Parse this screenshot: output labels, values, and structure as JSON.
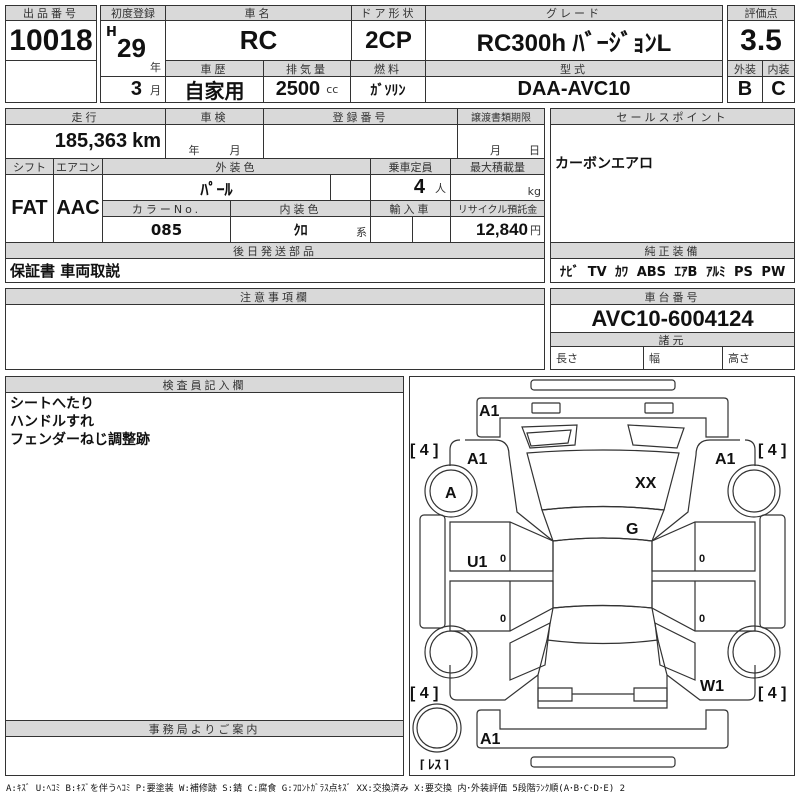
{
  "lot": {
    "label": "出品番号",
    "value": "10018"
  },
  "first_reg": {
    "label": "初度登録",
    "era": "H",
    "year": "29",
    "year_unit": "年",
    "month": "3",
    "month_unit": "月"
  },
  "car_name": {
    "label": "車名",
    "value": "RC"
  },
  "door": {
    "label": "ドア形状",
    "value": "2CP"
  },
  "grade": {
    "label": "グレード",
    "value": "RC300h ﾊﾞｰｼﾞｮﾝL"
  },
  "history": {
    "label": "車歴",
    "value": "自家用"
  },
  "displacement": {
    "label": "排気量",
    "value": "2500",
    "unit": "cc"
  },
  "fuel": {
    "label": "燃料",
    "value": "ｶﾞｿﾘﾝ"
  },
  "model": {
    "label": "型式",
    "value": "DAA-AVC10"
  },
  "score": {
    "label": "評価点",
    "value": "3.5",
    "ext_label": "外装",
    "int_label": "内装",
    "ext": "B",
    "int": "C"
  },
  "mileage": {
    "label": "走行",
    "value": "185,363",
    "unit": "km"
  },
  "inspection": {
    "label": "車検",
    "year_unit": "年",
    "month_unit": "月"
  },
  "reg_no": {
    "label": "登録番号"
  },
  "transfer": {
    "label": "譲渡書類期限",
    "month_unit": "月",
    "day_unit": "日"
  },
  "shift": {
    "label": "シフト",
    "value": "FAT"
  },
  "aircon": {
    "label": "エアコン",
    "value": "AAC"
  },
  "ext_color": {
    "label": "外装色",
    "value": "ﾊﾟｰﾙ"
  },
  "capacity": {
    "label": "乗車定員",
    "value": "4",
    "unit": "人"
  },
  "max_load": {
    "label": "最大積載量",
    "unit": "kg"
  },
  "color_no": {
    "label": "カラーNo.",
    "value": "085"
  },
  "int_color": {
    "label": "内装色",
    "value": "ｸﾛ",
    "unit": "系"
  },
  "import": {
    "label": "輸入車"
  },
  "recycle": {
    "label": "リサイクル預託金",
    "value": "12,840",
    "unit": "円"
  },
  "later_parts": {
    "label": "後日発送部品",
    "value": "保証書 車両取説"
  },
  "sales_point": {
    "label": "セールスポイント",
    "value": "カーボンエアロ"
  },
  "equipment": {
    "label": "純正装備",
    "value": "ﾅﾋﾞ TV ｶﾜ ABS ｴｱB ｱﾙﾐ PS PW"
  },
  "notes": {
    "label": "注意事項欄"
  },
  "chassis": {
    "label": "車台番号",
    "value": "AVC10-6004124"
  },
  "specs": {
    "label": "諸元",
    "length": "長さ",
    "width": "幅",
    "height": "高さ"
  },
  "inspector": {
    "label": "検査員記入欄",
    "lines": [
      "シートへたり",
      "ハンドルすれ",
      "フェンダーねじ調整跡"
    ]
  },
  "office": {
    "label": "事務局よりご案内"
  },
  "diagram": {
    "front_bumper": "A1",
    "fl_fender": "A1",
    "fl_wheel": "A",
    "hood": "XX",
    "fr_fender": "A1",
    "windshield": "G",
    "fl_door": "U1",
    "door_marks": "0",
    "rr_fender": "W1",
    "rear_bumper": "A1",
    "tire_fl": "[ 4 ]",
    "tire_fr": "[ 4 ]",
    "tire_rl": "[ 4 ]",
    "tire_rr": "[ 4 ]",
    "spare": "[ ﾚｽ ]"
  },
  "legend": "A:ｷｽﾞ U:ﾍｺﾐ B:ｷｽﾞを伴うﾍｺﾐ P:要塗装 W:補修跡 S:錆 C:腐食 G:ﾌﾛﾝﾄｶﾞﾗｽ点ｷｽﾞ XX:交換済み X:要交換 内･外装評価 5段階ﾗﾝｸ順(A･B･C･D･E) 2"
}
